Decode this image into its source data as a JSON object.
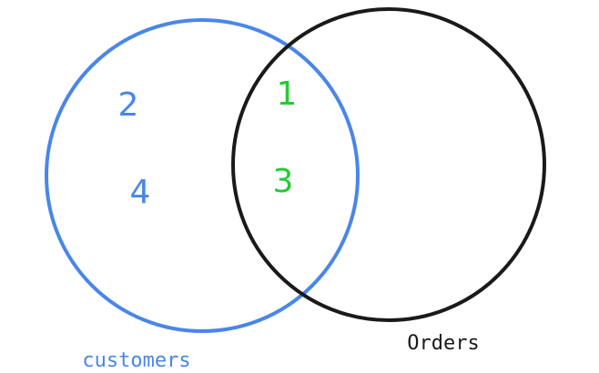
{
  "sets": {
    "left": {
      "label": "customers",
      "color": "#4a86e8"
    },
    "right": {
      "label": "Orders",
      "color": "#1a1a1a"
    }
  },
  "regions": {
    "left_only": [
      "2",
      "4"
    ],
    "intersection": [
      "1",
      "3"
    ]
  },
  "colors": {
    "left_only_text": "#4a86e8",
    "intersection_text": "#22cc33"
  }
}
